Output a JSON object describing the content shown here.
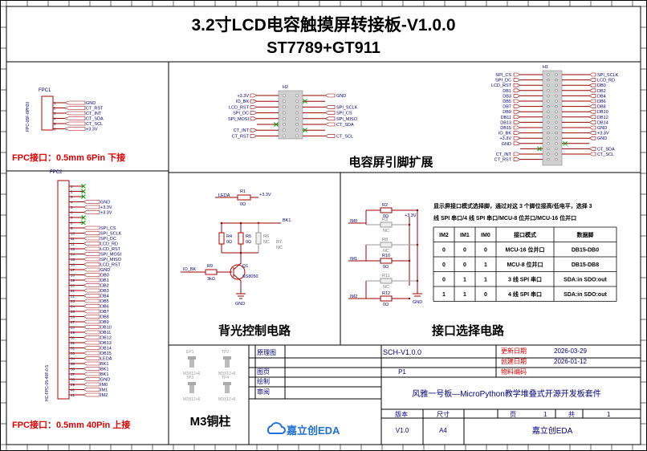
{
  "title": {
    "line1": "3.2寸LCD电容触摸屏转接板-V1.0.0",
    "line2": "ST7789+GT911"
  },
  "fpc1": {
    "ref": "FPC1",
    "part": "FPC-05F-6PH20",
    "pins": [
      "GND",
      "CT_RST",
      "CT_INT",
      "CT_SDA",
      "CT_SCL",
      "+3.3V"
    ],
    "caption": "FPC接口：0.5mm 6Pin 下接"
  },
  "fpc2": {
    "ref": "FPC2",
    "part": "HC-FPC-05-40F-0.5",
    "pins": [
      "",
      "",
      "",
      "GND",
      "+3.3V",
      "+3.3V",
      "",
      "",
      "SPI_CS",
      "SPI_SCLK",
      "SPI_DC",
      "LCD_RD",
      "LCD_RST",
      "SPI_MOSI",
      "SPI_MISO",
      "LCD_RST",
      "GND",
      "DB0",
      "DB1",
      "DB2",
      "DB3",
      "DB4",
      "DB5",
      "DB6",
      "DB7",
      "DB8",
      "DB9",
      "DB10",
      "DB11",
      "DB12",
      "DB13",
      "DB14",
      "DB15",
      "LEDA",
      "BK1",
      "BK1",
      "BK1",
      "GND",
      "IM0",
      "IM1",
      "IM2"
    ],
    "caption": "FPC接口：0.5mm 40Pin 上接"
  },
  "h2": {
    "ref": "H2",
    "left": [
      "+3.3V",
      "IO_BK",
      "LCD_RST",
      "SPI_DC",
      "SPI_MOSI",
      "",
      "CT_INT",
      "CT_RST"
    ],
    "right": [
      "GND",
      "",
      "SPI_SCLK",
      "SPI_CS",
      "SPI_MISO",
      "CT_SDA",
      "",
      "CT_SCL"
    ]
  },
  "h1": {
    "ref": "H1",
    "left": [
      "SPI_CS",
      "SPI_DC",
      "LCD_RST",
      "DB1",
      "DB3",
      "DB5",
      "DB7",
      "DB9",
      "DB11",
      "DB13",
      "DB15",
      "IO_BK",
      "+3.3V",
      "GND",
      "",
      "CT_INT",
      "CT_RST"
    ],
    "right": [
      "SPI_SCLK",
      "LCD_RD",
      "DB0",
      "DB2",
      "DB4",
      "DB6",
      "DB8",
      "DB10",
      "DB12",
      "DB14",
      "GND",
      "+3.3V",
      "GND",
      "",
      "CT_SDA",
      "CT_SCL"
    ]
  },
  "section_titles": {
    "touch": "电容屏引脚扩展",
    "backlight": "背光控制电路",
    "interface": "接口选择电路",
    "standoff": "M3铜柱"
  },
  "backlight": {
    "leda": "LEDA",
    "r1": "R1",
    "r1v": "0Ω",
    "vcc": "+3.3V",
    "bk1": "BK1",
    "r4": "R4",
    "r4v": "0Ω",
    "r5": "R5",
    "r5v": "0Ω",
    "r6": "R6",
    "r6v": "NC",
    "r7": "R7",
    "r7v": "NC",
    "io_bk": "IO_BK",
    "r9": "R9",
    "r9v": "3kΩ",
    "q1": "Q1",
    "q1p": "SS8050",
    "gnd": "GND"
  },
  "interface_circuit": {
    "desc1": "显示屏接口模式选择脚，通过对这 3 个脚位接高/低电平，选择 3",
    "desc2": "线 SPI 串口/4 线 SPI 串口/MCU-8 位并口/MCU-16 位并口",
    "nets": [
      "IM0",
      "IM1",
      "IM2"
    ],
    "vcc": "+3.3V",
    "gnd": "GND",
    "resistors": [
      {
        "ref": "R2",
        "val": "0Ω"
      },
      {
        "ref": "R3",
        "val": "NC"
      },
      {
        "ref": "R8",
        "val": "NC"
      },
      {
        "ref": "R10",
        "val": "0Ω"
      },
      {
        "ref": "R11",
        "val": "NC"
      },
      {
        "ref": "R12",
        "val": "0Ω"
      }
    ],
    "table": {
      "headers": [
        "IM2",
        "IM1",
        "IM0",
        "接口模式",
        "数据脚"
      ],
      "rows": [
        [
          "0",
          "0",
          "0",
          "MCU-16 位并口",
          "DB15-DB0"
        ],
        [
          "0",
          "0",
          "1",
          "MCU-8 位并口",
          "DB15-DB8"
        ],
        [
          "0",
          "1",
          "1",
          "3 线 SPI 串口",
          "SDA:in    SDO:out"
        ],
        [
          "1",
          "1",
          "0",
          "4 线 SPI 串口",
          "SDA:in    SDO:out"
        ]
      ]
    }
  },
  "standoffs": [
    {
      "ref": "EP1",
      "part": "M3X12+6"
    },
    {
      "ref": "TP2",
      "part": "M3X12+6"
    },
    {
      "ref": "TP3",
      "part": "M3X12+6"
    },
    {
      "ref": "TP4",
      "part": "M3X12+6"
    }
  ],
  "title_block": {
    "labels": [
      "原理图",
      "图页",
      "绘制",
      "审阅"
    ],
    "sch_name": "SCH-V1.0.0",
    "page": "P1",
    "update_label": "更新日期",
    "update_date": "2026-03-29",
    "create_label": "创建日期",
    "create_date": "2026-01-12",
    "material_label": "物料编码",
    "material": "",
    "project": "风雅一号板—MicroPython教学堆叠式开源开发板套件",
    "version_label": "版本",
    "version": "V1.0",
    "size_label": "尺寸",
    "size": "A4",
    "page_label": "页",
    "page_no": "1",
    "total_label": "共",
    "total": "1",
    "company": "嘉立创EDA",
    "logo_text": "嘉立创EDA"
  },
  "colors": {
    "wire": "#9a0000",
    "component": "#b00000",
    "net_label": "#000080",
    "caption_red": "#e00000",
    "no_connect": "#00a000",
    "border": "#000000",
    "title_block_text": "#000080"
  }
}
